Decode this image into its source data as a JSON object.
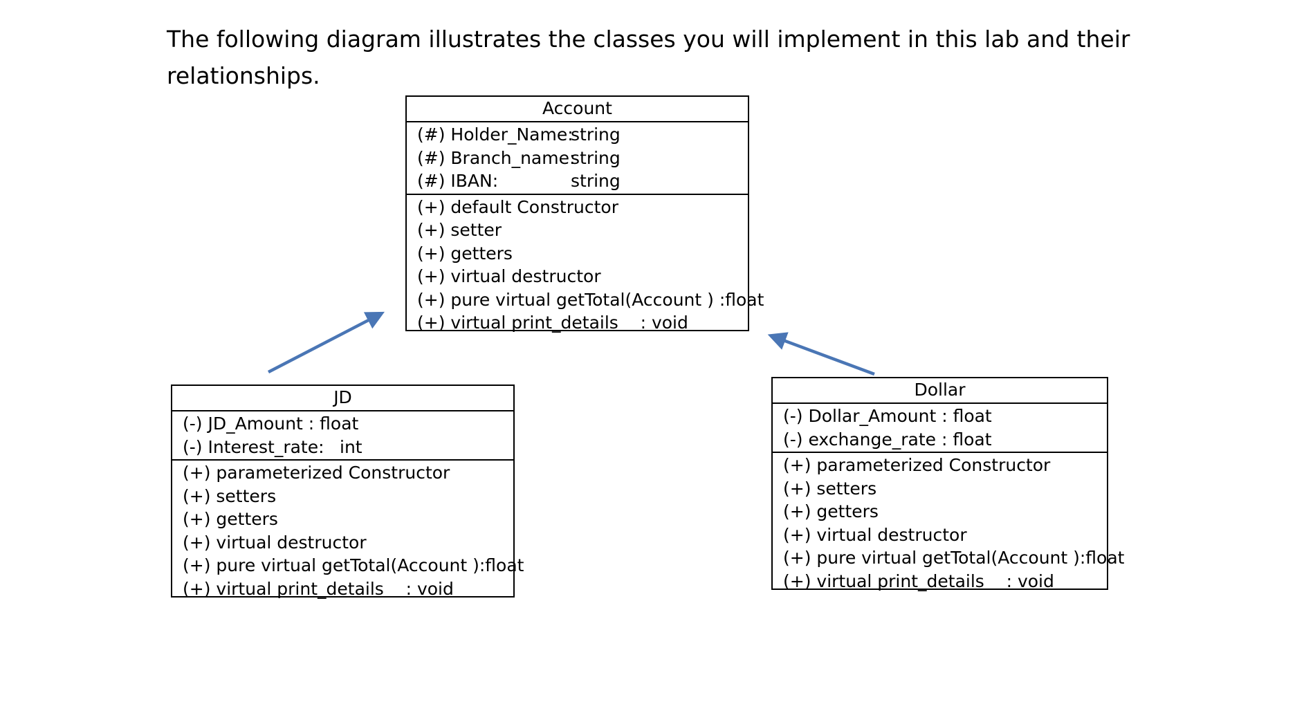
{
  "intro": "The following diagram illustrates the classes you will implement in this lab and their relationships.",
  "colors": {
    "arrow": "#4a76b5",
    "border": "#000000"
  },
  "classes": {
    "account": {
      "name": "Account",
      "attributes": [
        {
          "name": "(#) Holder_Name:",
          "type": "string"
        },
        {
          "name": "(#) Branch_name:",
          "type": "string"
        },
        {
          "name": "(#) IBAN:",
          "type": "string"
        }
      ],
      "methods": [
        "(+) default Constructor",
        "(+) setter",
        "(+) getters",
        "(+) virtual destructor",
        "(+) pure virtual getTotal(Account ) :float",
        "(+) virtual print_details    : void"
      ]
    },
    "jd": {
      "name": "JD",
      "attributes": [
        {
          "name": "(-) JD_Amount : float",
          "type": ""
        },
        {
          "name": "(-) Interest_rate:",
          "type": "int"
        }
      ],
      "methods": [
        "(+) parameterized Constructor",
        "(+) setters",
        "(+) getters",
        "(+) virtual destructor",
        "(+) pure virtual getTotal(Account ):float",
        "(+) virtual print_details    : void"
      ]
    },
    "dollar": {
      "name": "Dollar",
      "attributes": [
        {
          "name": "(-) Dollar_Amount : float",
          "type": ""
        },
        {
          "name": "(-) exchange_rate : float",
          "type": ""
        }
      ],
      "methods": [
        "(+) parameterized Constructor",
        "(+) setters",
        "(+) getters",
        "(+) virtual destructor",
        "(+) pure virtual getTotal(Account ):float",
        "(+) virtual print_details    : void"
      ]
    }
  }
}
